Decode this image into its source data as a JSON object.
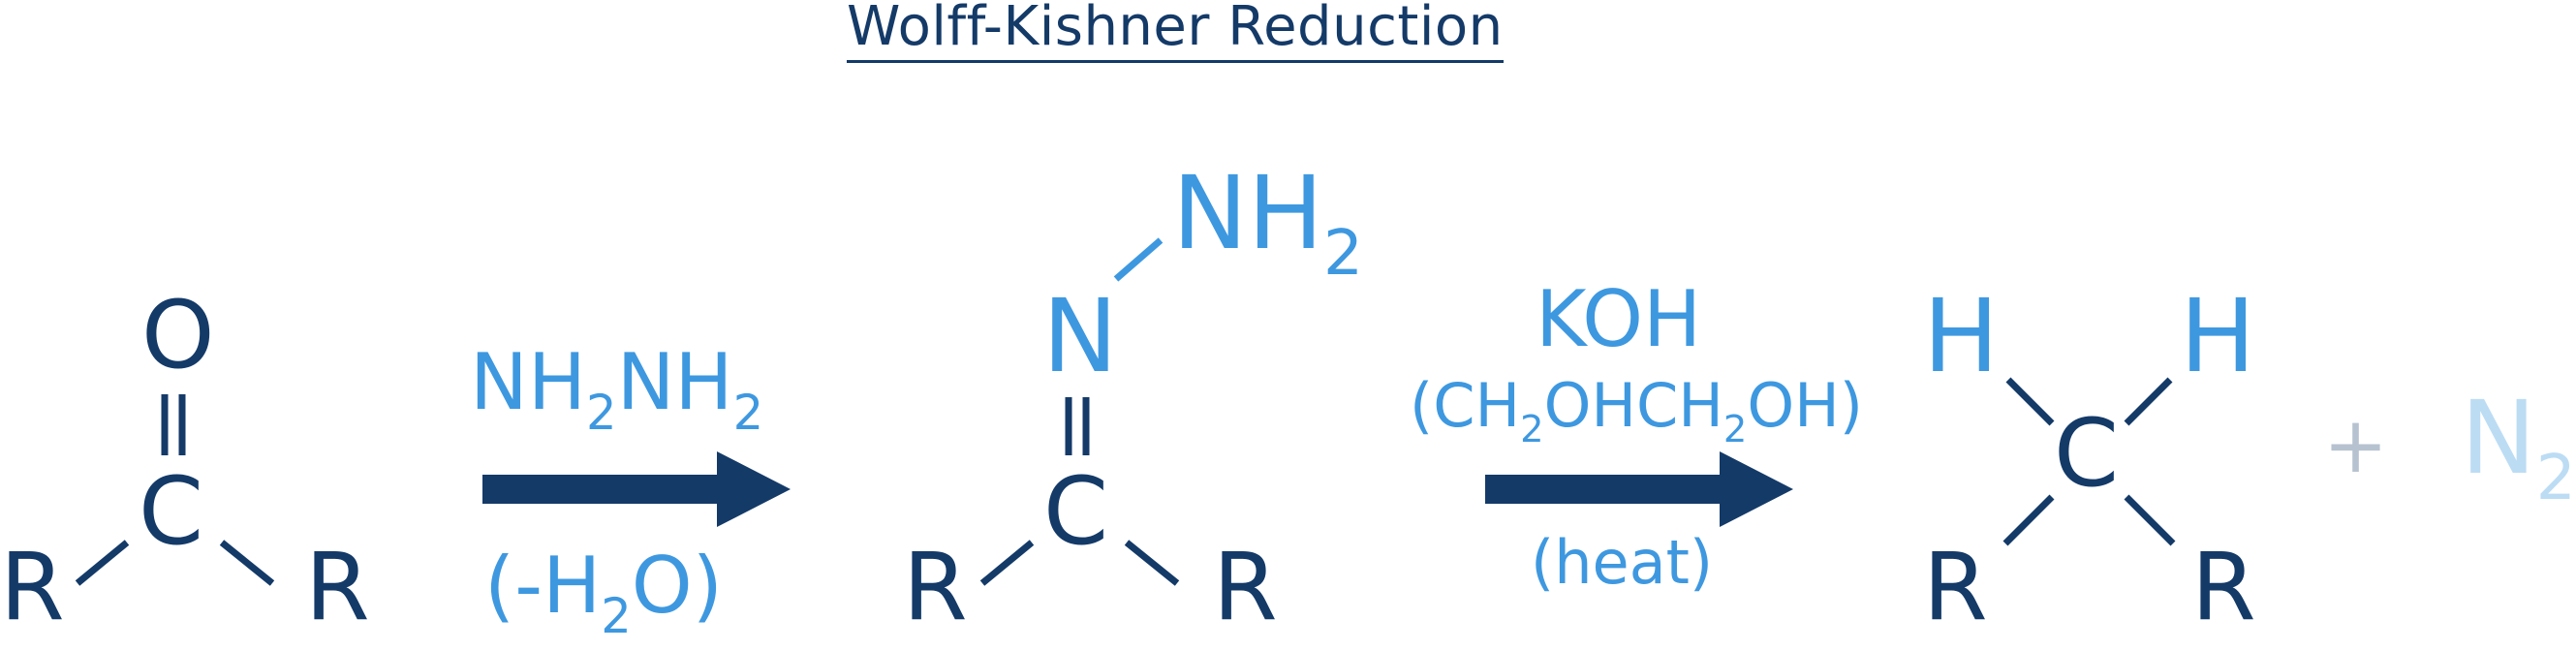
{
  "title": "Wolff-Kishner Reduction",
  "colors": {
    "dark_blue": "#143a68",
    "mid_blue": "#3e98e0",
    "pale_blue": "#bcdcf4",
    "plus_gray": "#b7c2d0"
  },
  "reactant": {
    "oxygen": "O",
    "carbon": "C",
    "r_left": "R",
    "r_right": "R"
  },
  "step1": {
    "reagent_main": [
      "NH",
      "2",
      "NH",
      "2"
    ],
    "reagent_side": [
      "(-H",
      "2",
      "O)"
    ]
  },
  "intermediate": {
    "n_top": "NH",
    "n_top_sub": "2",
    "nitrogen": "N",
    "carbon": "C",
    "r_left": "R",
    "r_right": "R"
  },
  "step2": {
    "reagent_base": "KOH",
    "reagent_solvent": [
      "(CH",
      "2",
      "OHCH",
      "2",
      "OH)"
    ],
    "condition": "(heat)"
  },
  "product": {
    "carbon": "C",
    "h_left": "H",
    "h_right": "H",
    "r_left": "R",
    "r_right": "R"
  },
  "byproduct": {
    "plus": "+",
    "molecule": "N",
    "sub": "2"
  }
}
